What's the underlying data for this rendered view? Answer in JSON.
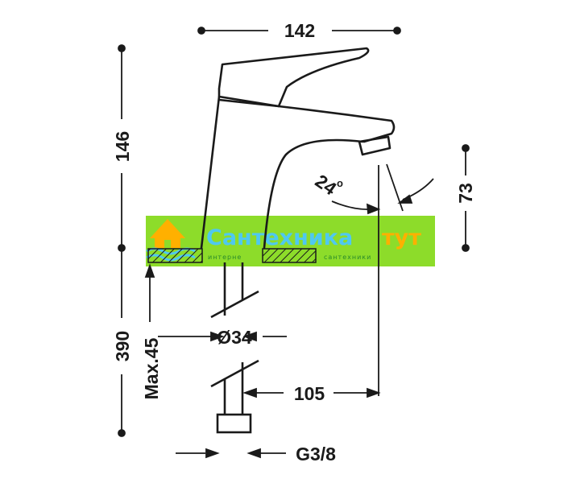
{
  "dimensions": {
    "width_top": "142",
    "height_upper": "146",
    "height_total": "390",
    "spout_drop": "73",
    "spout_angle": "24",
    "degree_mark": "o",
    "pipe_diameter": "Ø34",
    "max_thickness": "Max.45",
    "reach": "105",
    "thread": "G3/8"
  },
  "watermark": {
    "brand_left": "Сантехника",
    "brand_right": "тут",
    "tagline_left": "интерне",
    "tagline_right": "сантехники",
    "colors": {
      "band": "#8ddc2a",
      "brand_left": "#4fc8f0",
      "brand_right": "#ffb000"
    }
  },
  "colors": {
    "line": "#1a1a1a",
    "background": "#ffffff"
  }
}
